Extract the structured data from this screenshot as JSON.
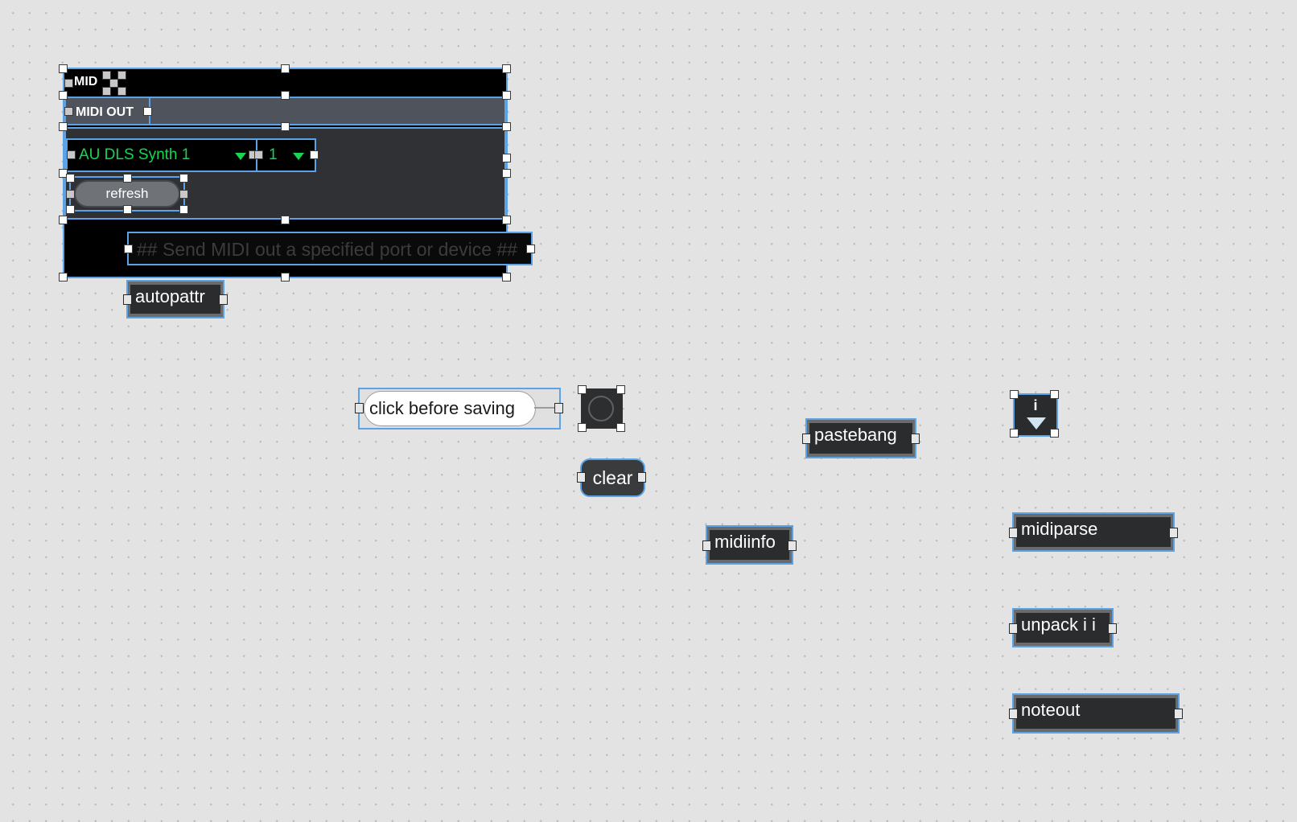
{
  "bpatcher": {
    "title": "MID",
    "header_label": "MIDI OUT",
    "device_menu": {
      "value": "AU DLS Synth 1"
    },
    "channel_menu": {
      "value": "1"
    },
    "refresh_label": "refresh",
    "comment": "## Send MIDI out a specified port or device ##"
  },
  "objects": {
    "autopattr": "autopattr",
    "pastebang": "pastebang",
    "midiinfo": "midiinfo",
    "midiparse": "midiparse",
    "unpack": "unpack i i",
    "noteout": "noteout"
  },
  "tooltip_text": "click before saving",
  "clear_message": "clear",
  "info_button_label": "i",
  "colors": {
    "selection": "#5aa3e6",
    "menu_text": "#17d552",
    "canvas": "#e3e3e3",
    "object_box": "#2b2c2e"
  }
}
